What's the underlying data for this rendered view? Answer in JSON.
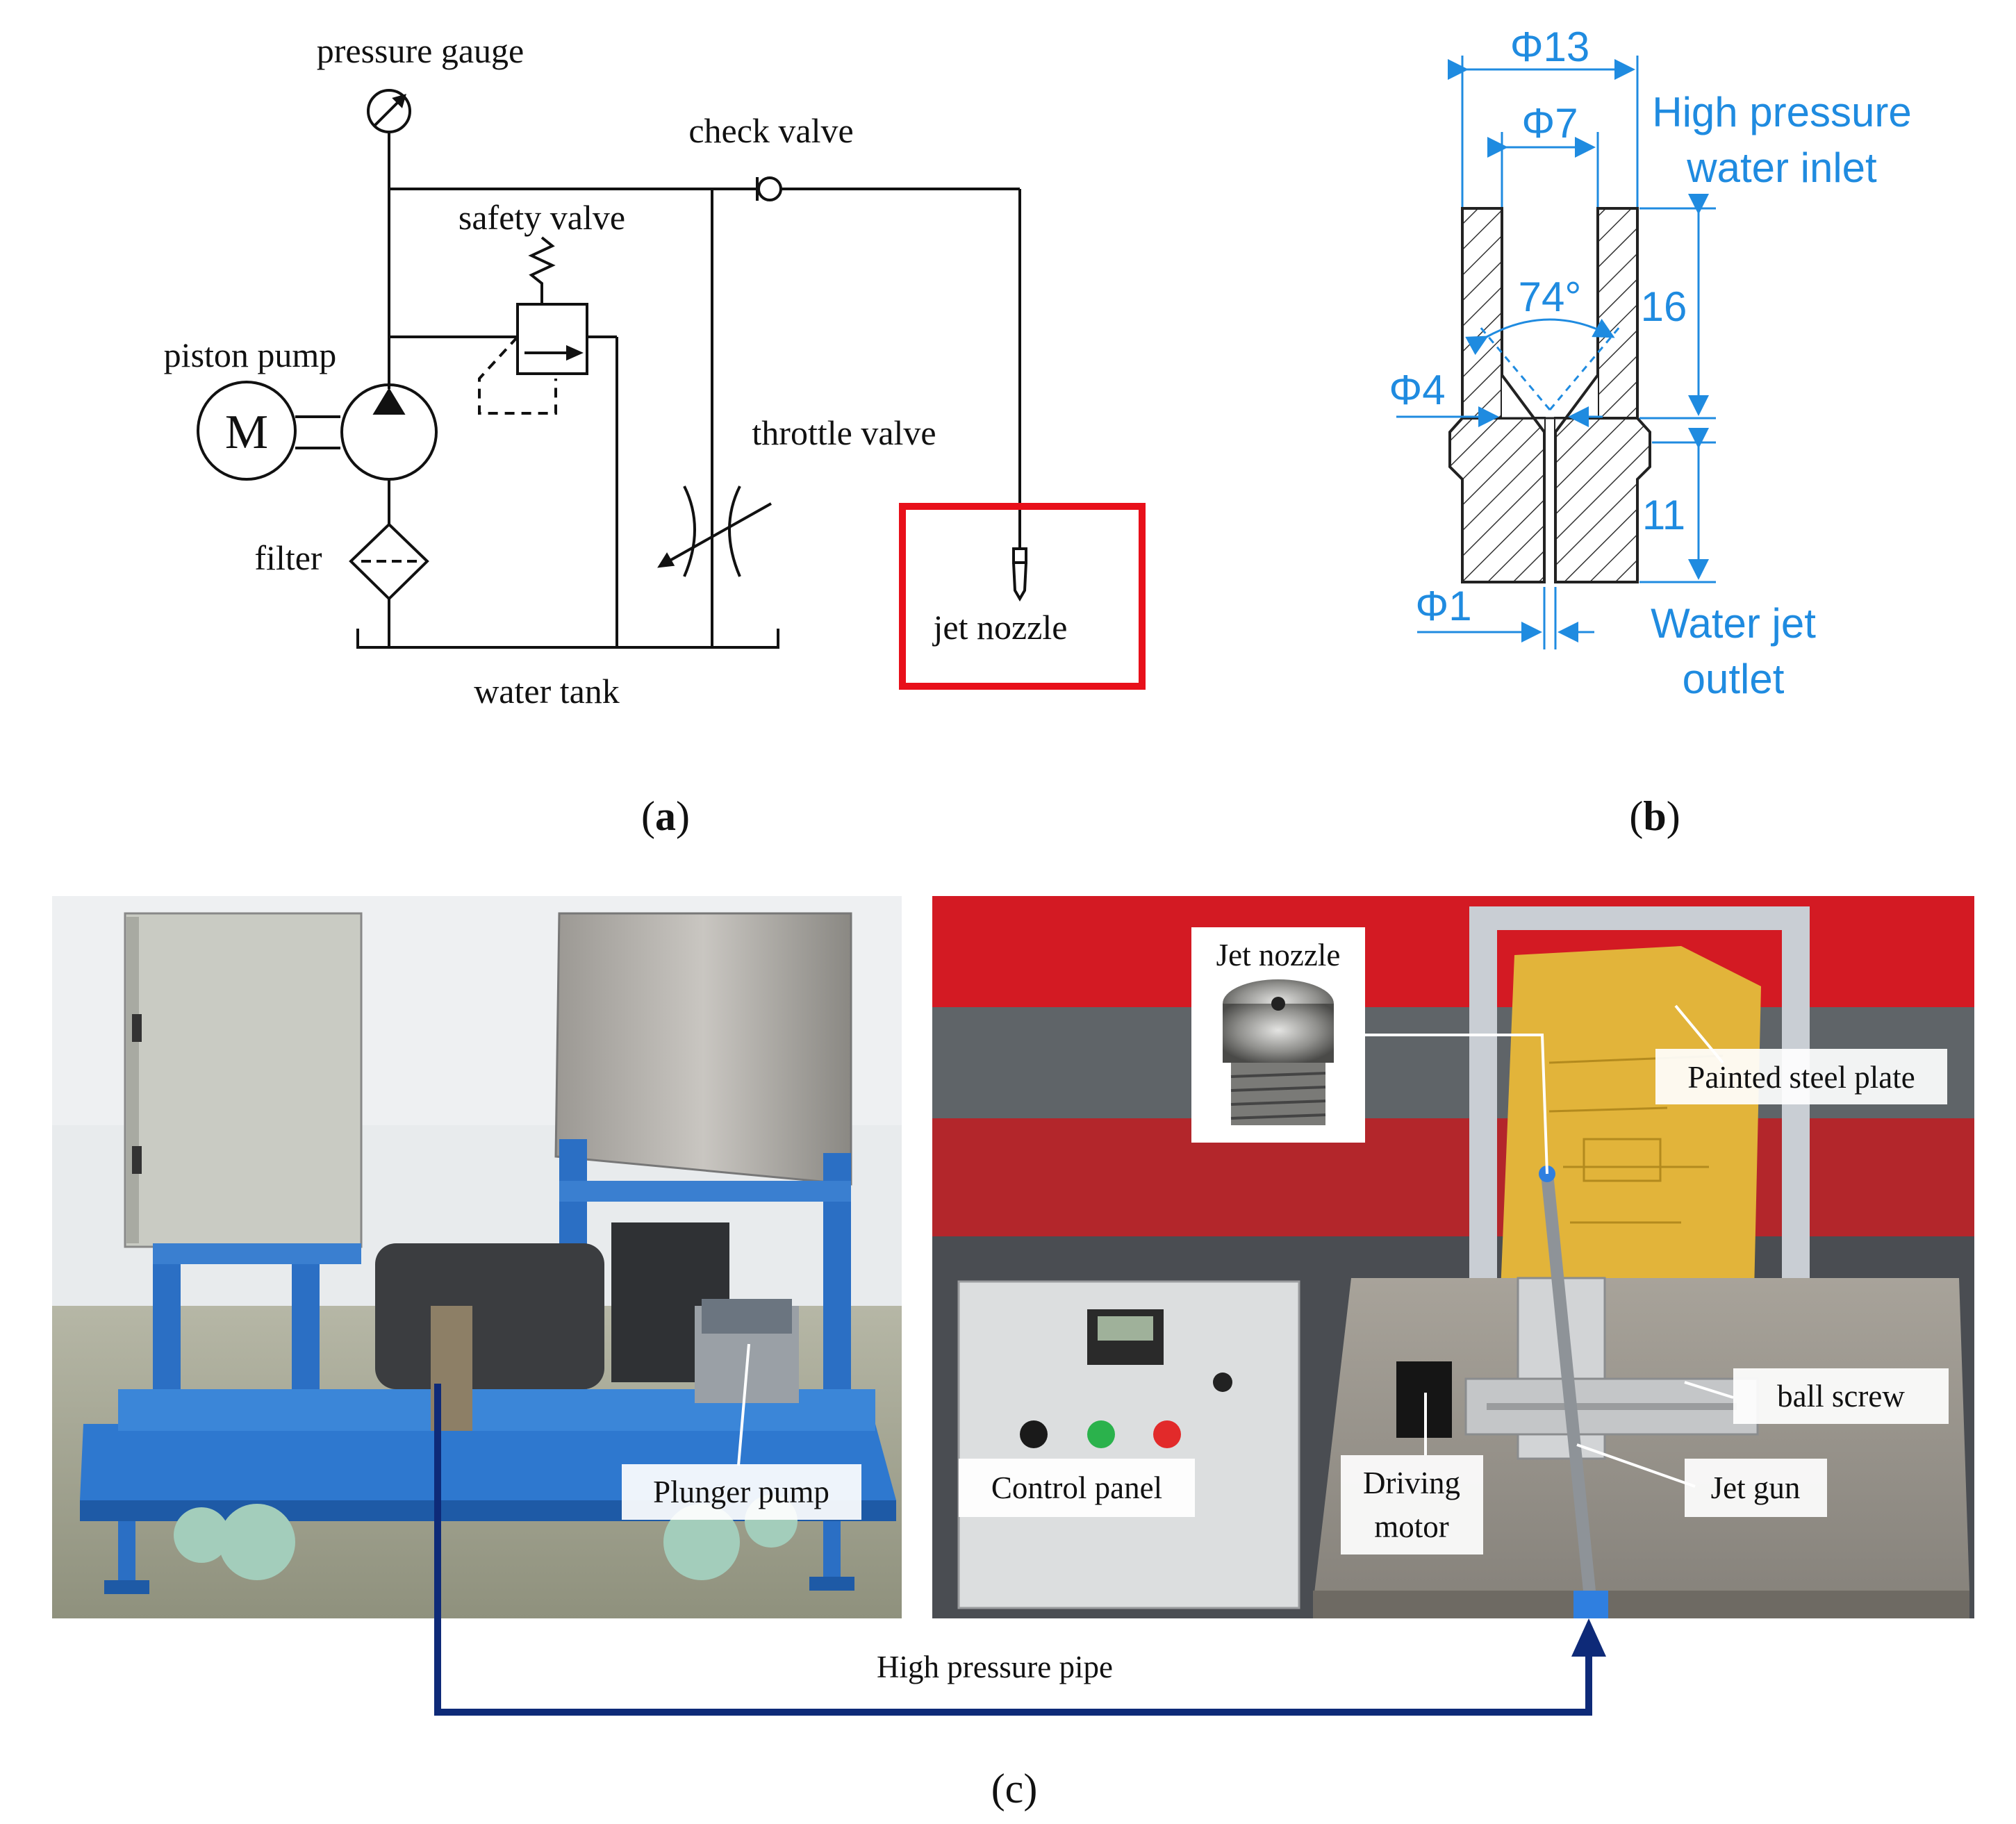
{
  "panel_a": {
    "caption_open": "(",
    "caption_letter": "a",
    "caption_close": ")",
    "labels": {
      "pressure_gauge": "pressure gauge",
      "check_valve": "check valve",
      "safety_valve": "safety valve",
      "piston_pump": "piston pump",
      "motor_symbol": "M",
      "throttle_valve": "throttle valve",
      "filter": "filter",
      "water_tank": "water tank",
      "jet_nozzle": "jet nozzle"
    },
    "highlight_color": "#e8101a"
  },
  "panel_b": {
    "caption_open": "(",
    "caption_letter": "b",
    "caption_close": ")",
    "dimensions": {
      "outer_diameter": "Φ13",
      "inner_diameter": "Φ7",
      "cone_angle": "74°",
      "upper_length": "16",
      "throat_diameter": "Φ4",
      "lower_length": "11",
      "outlet_diameter": "Φ1"
    },
    "labels": {
      "inlet_line1": "High pressure",
      "inlet_line2": "water inlet",
      "outlet_line1": "Water jet",
      "outlet_line2": "outlet"
    },
    "dimension_color": "#1f8be0"
  },
  "panel_c": {
    "caption": "(c)",
    "labels": {
      "plunger_pump": "Plunger pump",
      "jet_nozzle": "Jet nozzle",
      "painted_steel_plate": "Painted steel plate",
      "ball_screw": "ball screw",
      "control_panel": "Control panel",
      "driving_motor_line1": "Driving",
      "driving_motor_line2": "motor",
      "jet_gun": "Jet gun",
      "high_pressure_pipe": "High pressure pipe"
    },
    "pipe_color": "#0e2a78"
  }
}
